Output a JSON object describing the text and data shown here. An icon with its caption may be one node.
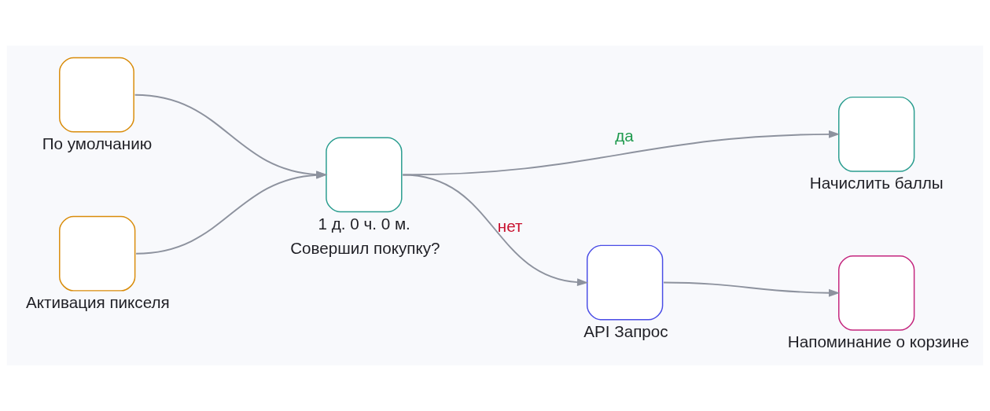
{
  "diagram": {
    "nodes": [
      {
        "text": [
          "По умолчанию"
        ]
      },
      {
        "text": [
          "Активация пикселя"
        ]
      },
      {
        "text": [
          "1 д. 0 ч. 0 м.",
          "Совершил покупку?"
        ]
      },
      {
        "text": [
          "Начислить баллы"
        ]
      },
      {
        "text": [
          "API Запрос"
        ]
      },
      {
        "text": [
          "Напоминание о корзине"
        ]
      }
    ],
    "edges": [
      {
        "from": 0,
        "to": 2,
        "arrow": "to"
      },
      {
        "from": 1,
        "to": 2,
        "arrow": "to"
      },
      {
        "from": 2,
        "to": 3,
        "arrow": "to",
        "label": "да"
      },
      {
        "from": 2,
        "to": 4,
        "arrow": "to",
        "label": "нет"
      },
      {
        "from": 4,
        "to": 5,
        "arrow": "to"
      }
    ]
  }
}
